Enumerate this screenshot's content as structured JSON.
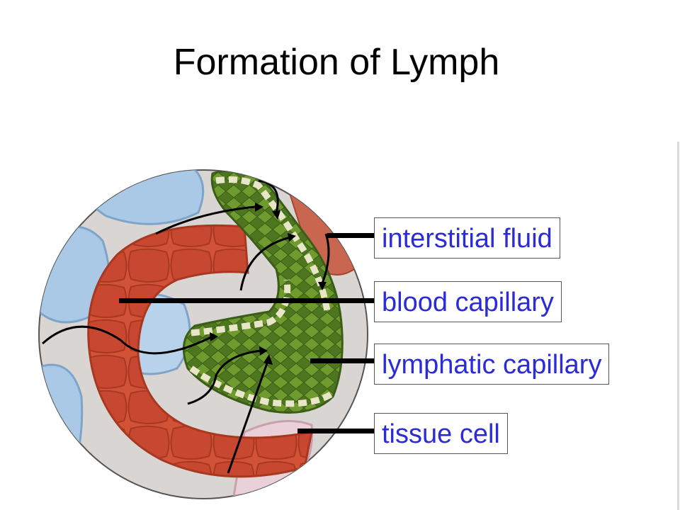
{
  "title": "Formation of Lymph",
  "labels": {
    "interstitial_fluid": "interstitial fluid",
    "blood_capillary": "blood capillary",
    "lymphatic_capillary": "lymphatic capillary",
    "tissue_cell": "tissue cell"
  },
  "colors": {
    "label_text": "#2b2bd8",
    "blood_capillary": "#d4503a",
    "lymphatic_capillary": "#5f8a2a",
    "tissue_cell": "#a9c9e6",
    "interstitial_space": "#d8d3cf"
  }
}
